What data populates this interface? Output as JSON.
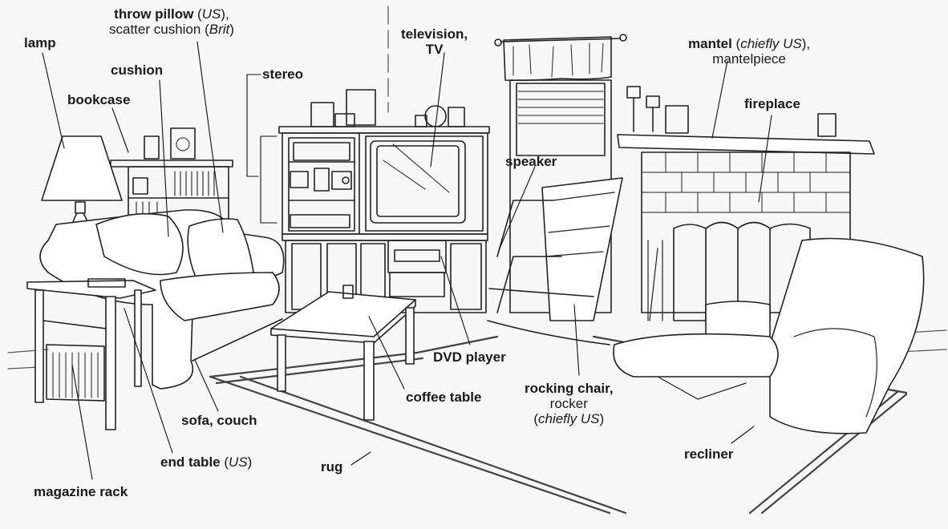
{
  "title": "Living room vocabulary",
  "labels": {
    "throw_pillow": {
      "term": "throw pillow",
      "open": " (",
      "region": "US",
      "close": "),",
      "alt": "scatter cushion",
      "alt_open": " (",
      "alt_region": "Brit",
      "alt_close": ")"
    },
    "lamp": {
      "term": "lamp"
    },
    "cushion": {
      "term": "cushion"
    },
    "bookcase": {
      "term": "bookcase"
    },
    "stereo": {
      "term": "stereo"
    },
    "television": {
      "term": "television,",
      "alt": "TV"
    },
    "mantel": {
      "term": "mantel",
      "open": " (",
      "region": "chiefly US",
      "close": "),",
      "alt": "mantelpiece"
    },
    "fireplace": {
      "term": "fireplace"
    },
    "speaker": {
      "term": "speaker"
    },
    "dvd_player": {
      "term": "DVD player"
    },
    "coffee_table": {
      "term": "coffee table"
    },
    "rocking_chair": {
      "term": "rocking chair,",
      "alt": "rocker",
      "open": "(",
      "region": "chiefly US",
      "close": ")"
    },
    "sofa": {
      "term": "sofa, couch"
    },
    "end_table": {
      "term": "end table",
      "open": " (",
      "region": "US",
      "close": ")"
    },
    "rug": {
      "term": "rug"
    },
    "magazine_rack": {
      "term": "magazine rack"
    },
    "recliner": {
      "term": "recliner"
    }
  },
  "colors": {
    "ink": "#1a1a1a",
    "paper": "#f7f7f7",
    "line": "#222222"
  }
}
